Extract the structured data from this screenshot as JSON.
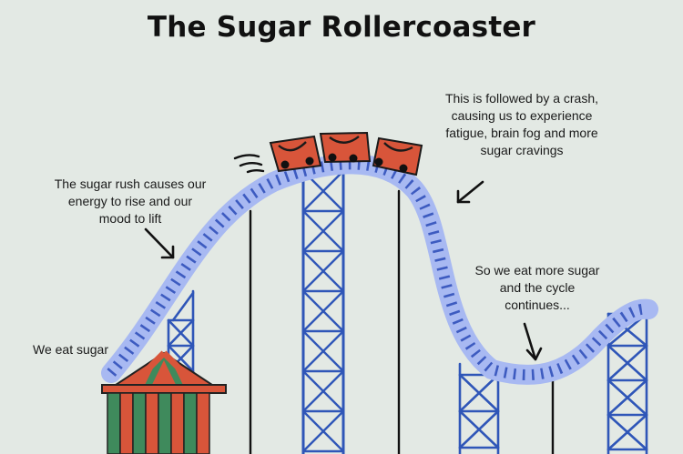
{
  "title": "The Sugar Rollercoaster",
  "notes": {
    "eat_sugar": "We eat sugar",
    "sugar_rush": "The sugar rush causes our energy to rise and our mood to lift",
    "crash": "This is followed by a crash, causing us to experience fatigue, brain fog and more sugar cravings",
    "continue": "So we eat more sugar and the cycle continues..."
  },
  "colors": {
    "background": "#e3e9e4",
    "track": "#a8b9f2",
    "track_dash": "#3d5bc0",
    "scaffold": "#2f56b8",
    "cart": "#d8553a",
    "tent_red": "#d8553a",
    "tent_green": "#3f8a5c",
    "ink": "#111111"
  },
  "icons": [
    "arrow-icon",
    "speed-lines-icon",
    "cart-icon",
    "tent-icon"
  ]
}
